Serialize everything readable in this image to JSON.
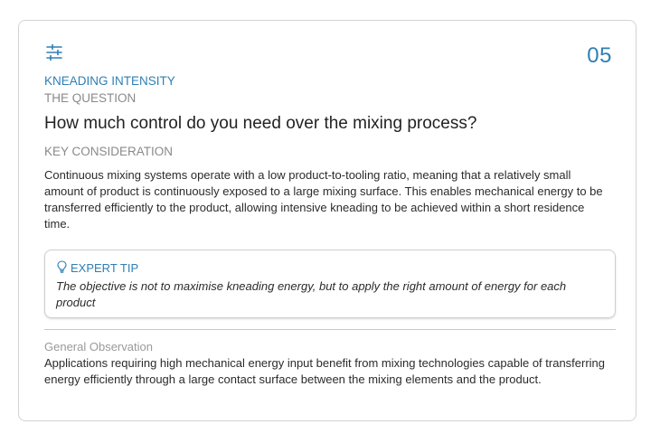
{
  "card": {
    "icon": "sliders-icon",
    "number": "05",
    "topic": "KNEADING INTENSITY",
    "question_label": "THE QUESTION",
    "question": "How much control do you need over the mixing process?",
    "key_label": "KEY CONSIDERATION",
    "key_body": "Continuous mixing systems operate with a low product-to-tooling ratio, meaning that a relatively small amount of product is continuously exposed to a large mixing surface. This enables mechanical energy to be transferred efficiently to the product, allowing intensive kneading to be achieved within a short residence time.",
    "tip": {
      "icon": "lightbulb-icon",
      "label": "EXPERT TIP",
      "body": "The objective is not to maximise kneading energy, but to apply the right amount of energy for each product"
    },
    "general_label": "General Observation",
    "general_body": "Applications requiring high mechanical energy input benefit from mixing technologies capable of transferring energy efficiently through a large contact surface between the mixing elements and the product."
  },
  "colors": {
    "accent": "#2f7fb5",
    "muted": "#8a8a8a",
    "border": "#d3d3d3"
  }
}
